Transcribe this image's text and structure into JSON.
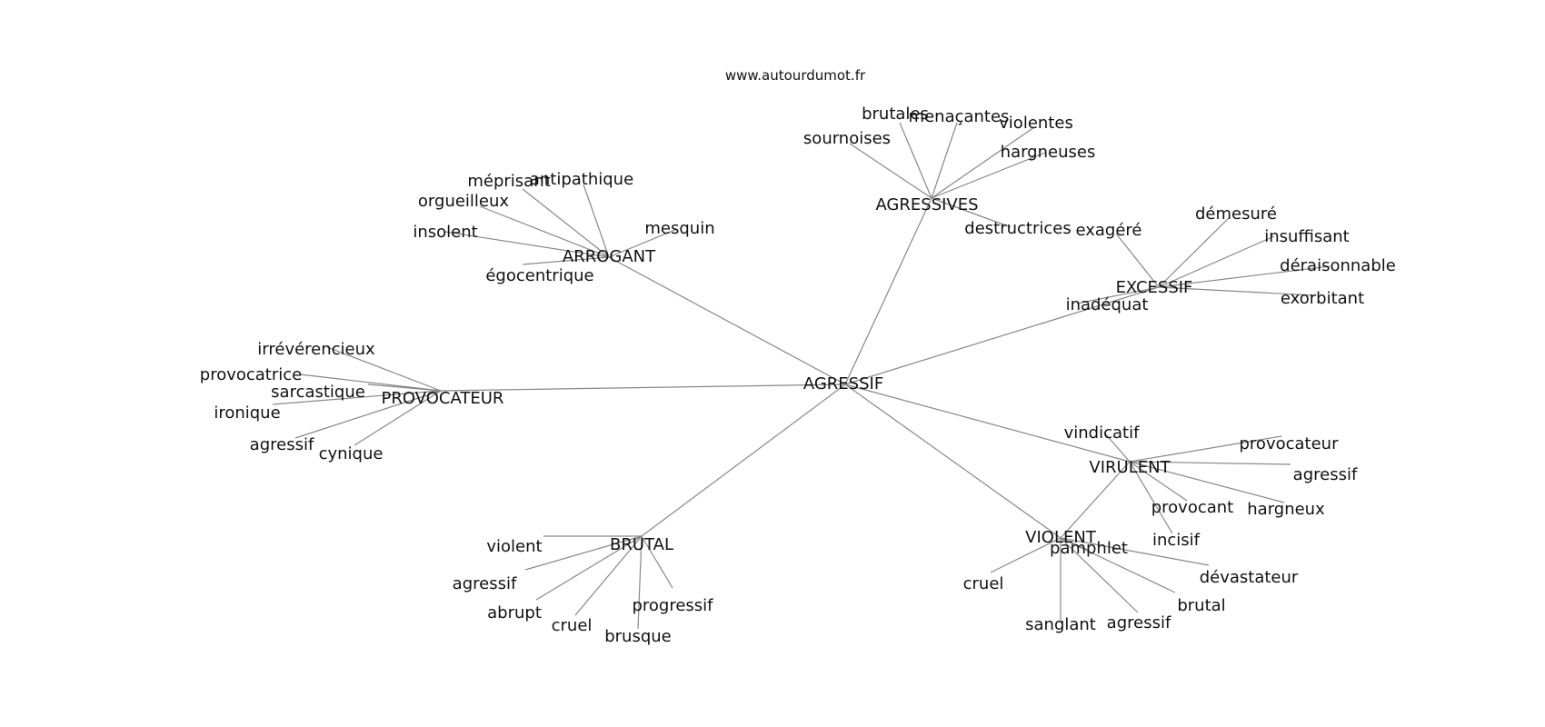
{
  "watermark": "www.autourdumot.fr",
  "graph": {
    "root": "AGRESSIF",
    "hubs": [
      {
        "id": "arrogant",
        "label": "ARROGANT",
        "leaves": [
          "méprisant",
          "antipathique",
          "orgueilleux",
          "insolent",
          "mesquin",
          "égocentrique"
        ]
      },
      {
        "id": "agressives",
        "label": "AGRESSIVES",
        "leaves": [
          "brutales",
          "menaçantes",
          "violentes",
          "sournoises",
          "hargneuses",
          "destructrices"
        ]
      },
      {
        "id": "excessif",
        "label": "EXCESSIF",
        "leaves": [
          "exagéré",
          "démesuré",
          "insuffisant",
          "déraisonnable",
          "exorbitant",
          "inadéquat"
        ]
      },
      {
        "id": "provocateur",
        "label": "PROVOCATEUR",
        "leaves": [
          "irrévérencieux",
          "provocatrice",
          "sarcastique",
          "ironique",
          "agressif",
          "cynique"
        ]
      },
      {
        "id": "virulent",
        "label": "VIRULENT",
        "leaves": [
          "vindicatif",
          "provocateur",
          "agressif",
          "hargneux",
          "provocant",
          "incisif"
        ]
      },
      {
        "id": "violent",
        "label": "VIOLENT",
        "leaves": [
          "pamphlet",
          "dévastateur",
          "brutal",
          "agressif",
          "sanglant",
          "cruel"
        ]
      },
      {
        "id": "brutal",
        "label": "BRUTAL",
        "leaves": [
          "violent",
          "agressif",
          "abrupt",
          "cruel",
          "brusque",
          "progressif"
        ]
      }
    ],
    "cross_links": [
      {
        "from": "virulent",
        "to": "violent"
      }
    ]
  }
}
